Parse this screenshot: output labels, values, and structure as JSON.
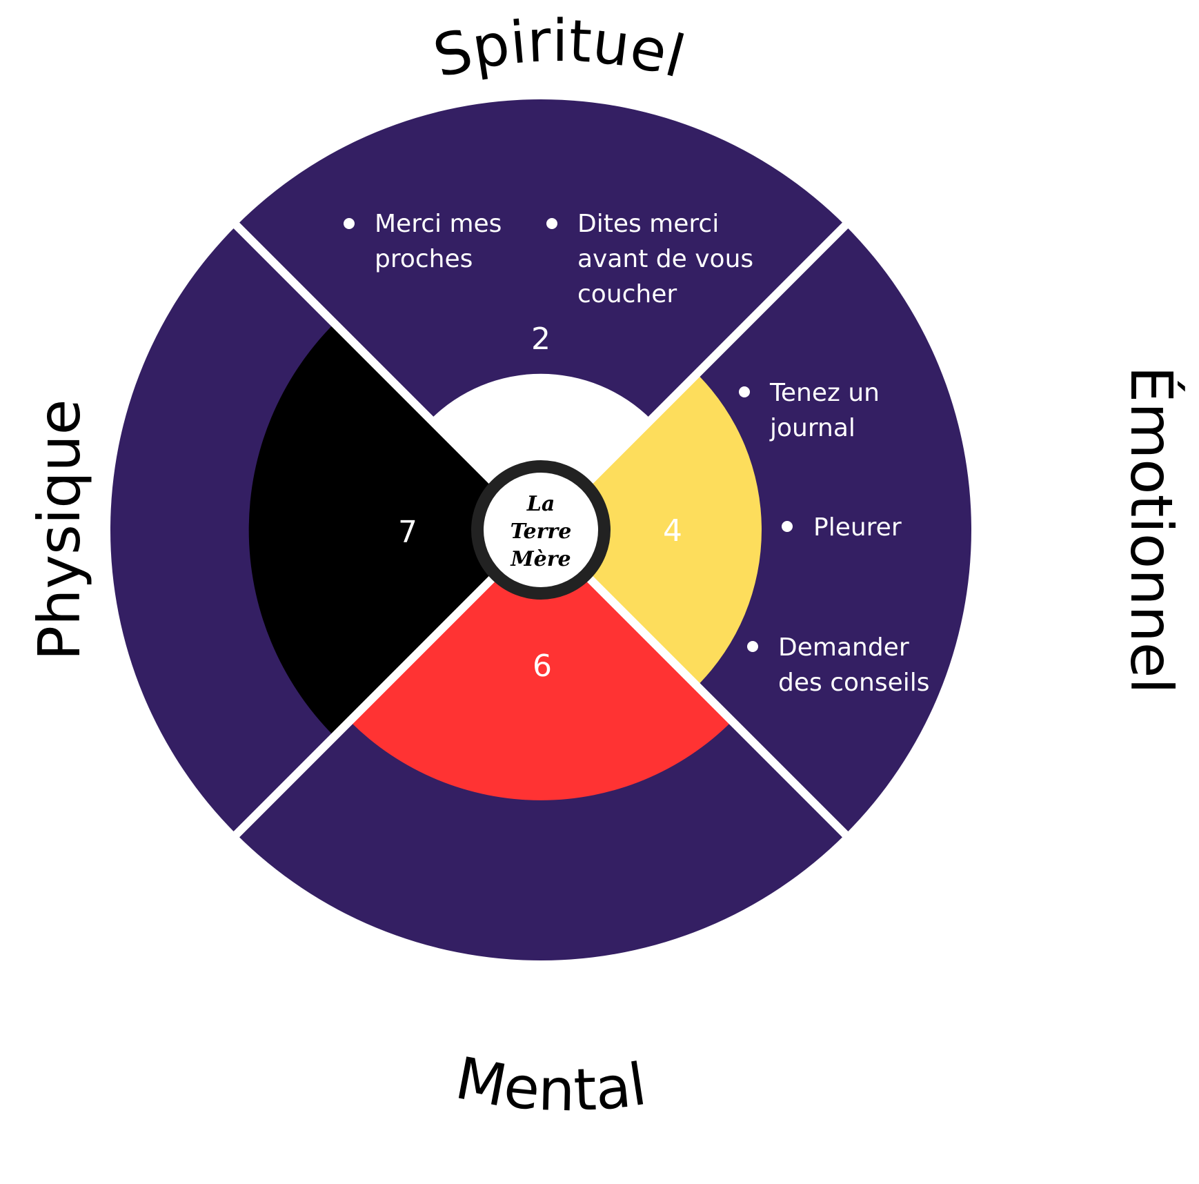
{
  "title": "La Terre Mère",
  "center": {
    "lines": [
      "La",
      "Terre",
      "Mère"
    ]
  },
  "colors": {
    "outer": "#341f63",
    "divider": "#ffffff",
    "ring": "#222222",
    "center_fill": "#ffffff"
  },
  "chart_data": {
    "type": "polar-area",
    "title": "La Terre Mère",
    "scale_max": 10,
    "quadrants": [
      {
        "name": "Spirituel",
        "position": "top",
        "value": 2,
        "color": "#ffffff",
        "value_color": "#ffffff",
        "tips": [
          "Merci mes proches",
          "Dites merci avant de vous coucher"
        ]
      },
      {
        "name": "Émotionnel",
        "position": "right",
        "value": 4,
        "color": "#fddd5c",
        "value_color": "#ffffff",
        "tips": [
          "Tenez un journal",
          "Pleurer",
          "Demander des conseils"
        ]
      },
      {
        "name": "Mental",
        "position": "bottom",
        "value": 6,
        "color": "#ff3333",
        "value_color": "#ffffff",
        "tips": []
      },
      {
        "name": "Physique",
        "position": "left",
        "value": 7,
        "color": "#000000",
        "value_color": "#ffffff",
        "tips": []
      }
    ]
  },
  "tips_layout": {
    "spirituel": [
      {
        "lines": [
          "Merci mes",
          "proches"
        ]
      },
      {
        "lines": [
          "Dites merci",
          "avant de vous",
          "coucher"
        ]
      }
    ],
    "emotionnel": [
      {
        "lines": [
          "Tenez un",
          "journal"
        ]
      },
      {
        "lines": [
          "Pleurer"
        ]
      },
      {
        "lines": [
          "Demander",
          "des conseils"
        ]
      }
    ]
  }
}
